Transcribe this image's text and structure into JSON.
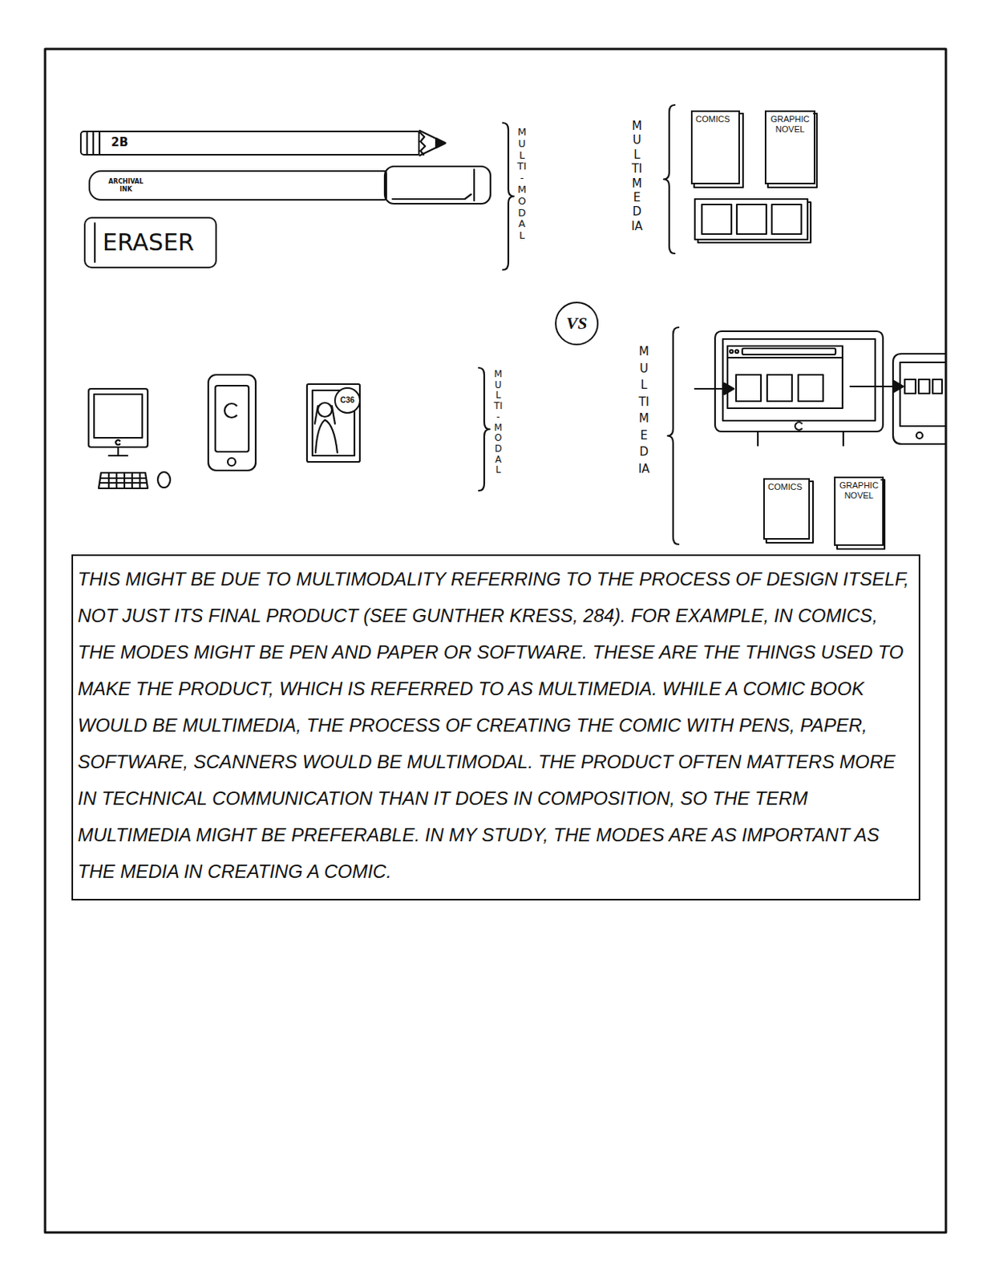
{
  "diagram": {
    "nodes": [
      {
        "text": [
          "2B"
        ]
      },
      {
        "text": [
          "ARCHIVAL INK"
        ]
      },
      {
        "text": [
          "ERASER"
        ]
      },
      {
        "text": [
          "COMICS"
        ]
      },
      {
        "text": [
          "GRAPHIC NOVEL"
        ]
      },
      {
        "text": [
          "VS"
        ]
      },
      {
        "text": [
          "C36"
        ]
      },
      {
        "text": [
          "COMICS"
        ]
      },
      {
        "text": [
          "GRAPHIC NOVEL"
        ]
      },
      {
        "text": [
          "THIS MIGHT BE DUE TO MULTIMODALITY REFERRING TO THE PROCESS OF DESIGN ITSELF, NOT JUST ITS FINAL PRODUCT (SEE GUNTHER KRESS, 284). FOR EXAMPLE, IN COMICS, THE MODES MIGHT BE PEN AND PAPER OR SOFTWARE. THESE ARE THE THINGS USED TO MAKE THE PRODUCT, WHICH IS REFERRED TO AS MULTIMEDIA. WHILE A COMIC BOOK WOULD BE MULTIMEDIA, THE PROCESS OF CREATING THE COMIC WITH PENS, PAPER, SOFTWARE, SCANNERS WOULD BE MULTIMODAL. THE PRODUCT OFTEN MATTERS MORE IN TECHNICAL COMMUNICATION THAN IT DOES IN COMPOSITION, SO THE TERM MULTIMEDIA MIGHT BE PREFERABLE. IN MY STUDY, THE MODES ARE AS IMPORTANT AS THE MEDIA IN CREATING A COMIC."
        ]
      }
    ],
    "labels": [
      "MULTI-MODAL",
      "MULTIMEDIA",
      "MULTI-MODAL",
      "MULTIMEDIA"
    ]
  }
}
